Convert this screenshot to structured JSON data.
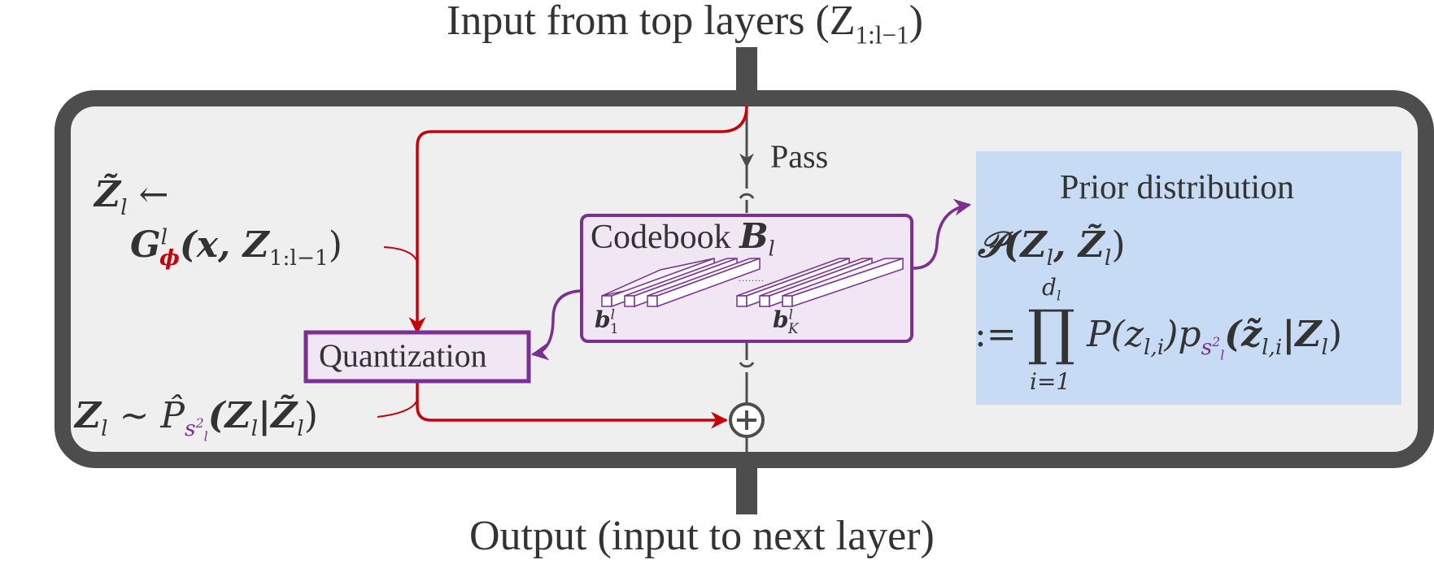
{
  "labels": {
    "top_input": "Input from top layers (Z",
    "top_input_sub": "1:l−1",
    "top_input_close": ")",
    "bottom_output": "Output (input to next layer)",
    "pass": "Pass",
    "codebook": "Codebook ",
    "codebook_symbol": "B",
    "codebook_sub": "l",
    "quantization": "Quantization",
    "prior_title": "Prior distribution",
    "dots": "........"
  },
  "formulas": {
    "ztilde_lhs": "Z̃",
    "ztilde_lhs_sub": "l",
    "arrow_left": " ←",
    "generator": "G",
    "generator_sup": "l",
    "generator_sub": "ϕ",
    "generator_args": "(x, Z",
    "generator_args_sub": "1:l−1",
    "generator_close": ")",
    "sample_lhs": "Z",
    "sample_lhs_sub": "l",
    "sample_tilde": " ∼ P̂",
    "sample_s": "s",
    "sample_s_sup": "2",
    "sample_s_sub": "l",
    "sample_args": "(Z",
    "sample_args_sub": "l",
    "sample_bar": "|Z̃",
    "sample_bar_sub": "l",
    "sample_close": ")",
    "b1": "b",
    "b1_sup": "l",
    "b1_sub": "1",
    "bK": "b",
    "bK_sup": "l",
    "bK_sub": "K",
    "prior_line1": "𝒫(Z",
    "prior_line1_sub1": "l",
    "prior_line1_mid": ", Z̃",
    "prior_line1_sub2": "l",
    "prior_line1_close": ")",
    "prod_top": "d",
    "prod_top_sub": "l",
    "prod_assign": ":=",
    "prod_symbol": "∏",
    "prod_bottom": "i=1",
    "prod_body1": "P(z",
    "prod_body1_sub": "l,i",
    "prod_body2": ")p",
    "prod_s": "s",
    "prod_s_sup": "2",
    "prod_s_sub": "l",
    "prod_body3": "(z̃",
    "prod_body3_sub": "l,i",
    "prod_body4": "|Z",
    "prod_body4_sub": "l",
    "prod_close": ")"
  },
  "colors": {
    "block_border": "#4d4d4d",
    "block_fill": "#efefef",
    "red_arrow": "#c8000a",
    "purple": "#7b2f94",
    "purple_fill": "#f1e6f3",
    "prior_fill": "#c7dbf5"
  }
}
